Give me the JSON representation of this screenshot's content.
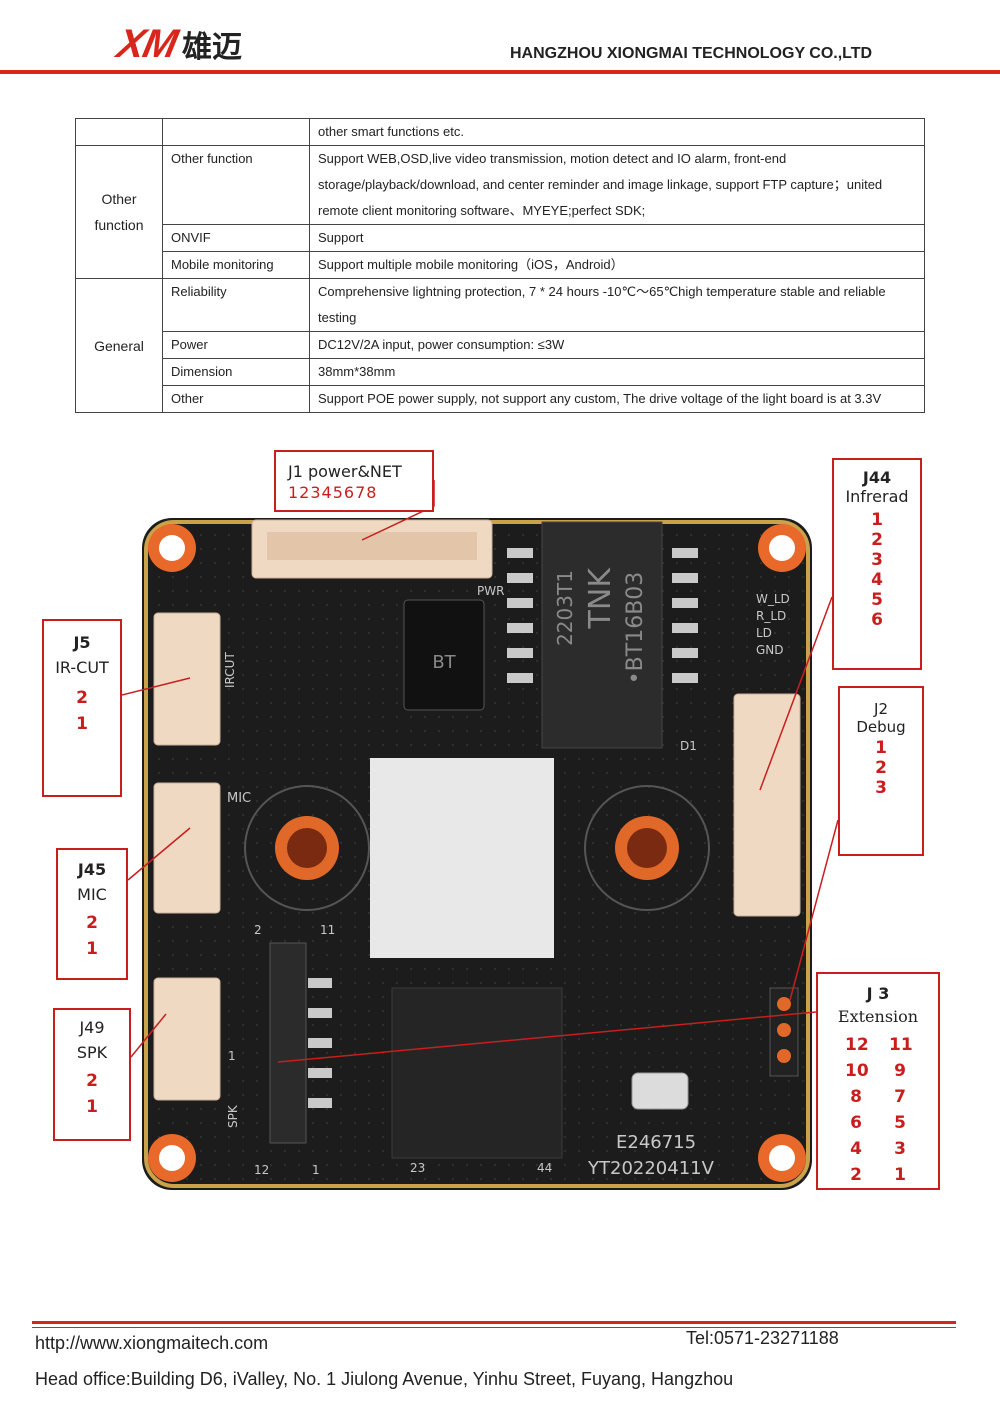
{
  "header": {
    "logo_mark": "XM",
    "logo_cn": "雄迈",
    "company": "HANGZHOU XIONGMAI TECHNOLOGY CO.,LTD",
    "brand_color": "#d9261c"
  },
  "spec_table": {
    "row0": {
      "value": "other smart functions etc."
    },
    "group_other": "Other function",
    "other_function": {
      "label": "Other function",
      "line1": "Support WEB,OSD,live video transmission, motion detect and IO alarm, front-end",
      "line2": "storage/playback/download, and center reminder and image linkage, support FTP capture；united",
      "line3": "remote client monitoring software、MYEYE;perfect SDK;"
    },
    "onvif": {
      "label": "ONVIF",
      "value": "Support"
    },
    "mobile": {
      "label": "Mobile monitoring",
      "value": "Support multiple mobile monitoring（iOS，Android）"
    },
    "group_general": "General",
    "reliability": {
      "label": "Reliability",
      "line1": "Comprehensive lightning protection, 7 * 24 hours -10℃～65℃high temperature stable and reliable",
      "line2": "testing"
    },
    "power": {
      "label": "Power",
      "value": "DC12V/2A input, power consumption: ≤3W"
    },
    "dimension": {
      "label": "Dimension",
      "value": "38mm*38mm"
    },
    "other": {
      "label": "Other",
      "value": "Support POE power supply, not support any custom, The drive voltage of the light board is at 3.3V"
    }
  },
  "board": {
    "silk_ircut": "IRCUT",
    "silk_mic": "MIC",
    "silk_spk": "SPK",
    "silk_pwr": "PWR",
    "silk_wld": "W_LD",
    "silk_rld": "R_LD",
    "silk_ld": "LD",
    "silk_gnd": "GND",
    "silk_d1": "D1",
    "silk_code1": "E246715",
    "silk_code2": "YT20220411V",
    "silk_bt": "BT",
    "silk_xfmr1": "TNK",
    "silk_xfmr2": "2203T1",
    "silk_xfmr3": "•BT16B03",
    "silk_1": "1",
    "silk_2": "2",
    "silk_11": "11",
    "silk_12": "12",
    "silk_23": "23",
    "silk_44": "44",
    "silk_ribbon_1": "1"
  },
  "callouts": {
    "j1": {
      "title": "J1 power&NET",
      "pins": "12345678"
    },
    "j44": {
      "title": "J44",
      "sub": "Infrerad",
      "pins": [
        "1",
        "2",
        "3",
        "4",
        "5",
        "6"
      ]
    },
    "j2": {
      "title": "J2",
      "sub": "Debug",
      "pins": [
        "1",
        "2",
        "3"
      ]
    },
    "j5": {
      "title": "J5",
      "sub": "IR-CUT",
      "pins": [
        "2",
        "1"
      ]
    },
    "j45": {
      "title": "J45",
      "sub": "MIC",
      "pins": [
        "2",
        "1"
      ]
    },
    "j49": {
      "title": "J49",
      "sub": "SPK",
      "pins": [
        "2",
        "1"
      ]
    },
    "j3": {
      "title": "J 3",
      "sub": "Extension",
      "pairs": [
        [
          "12",
          "11"
        ],
        [
          "10",
          "9"
        ],
        [
          "8",
          "7"
        ],
        [
          "6",
          "5"
        ],
        [
          "4",
          "3"
        ],
        [
          "2",
          "1"
        ]
      ]
    },
    "accent_color": "#c81e1e"
  },
  "footer": {
    "url": "http://www.xiongmaitech.com",
    "tel": "Tel:0571-23271188",
    "address": "Head office:Building D6, iValley, No. 1 Jiulong Avenue, Yinhu Street, Fuyang, Hangzhou"
  }
}
